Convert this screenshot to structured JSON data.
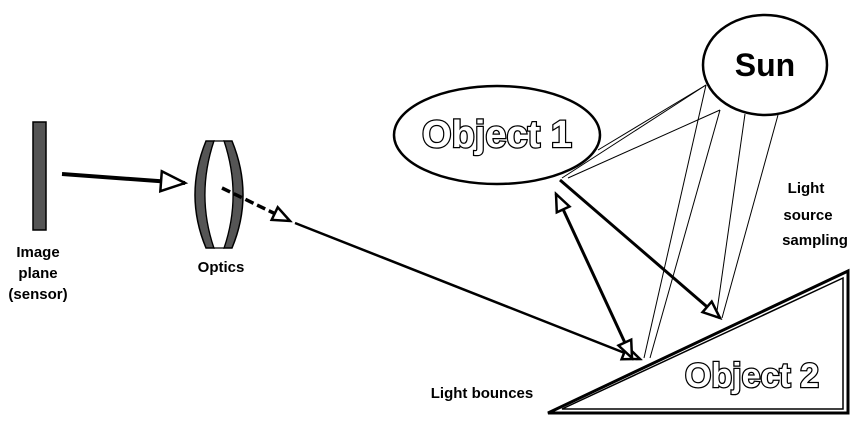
{
  "labels": {
    "image_plane_line1": "Image",
    "image_plane_line2": "plane",
    "image_plane_line3": "(sensor)",
    "optics": "Optics",
    "object1": "Object 1",
    "sun": "Sun",
    "object2": "Object 2",
    "light_bounces": "Light bounces",
    "light_source_line1": "Light",
    "light_source_line2": "source",
    "light_source_line3": "sampling"
  },
  "colors": {
    "ink": "#000000",
    "image_plane_fill": "#555555",
    "lens_fill": "#555555",
    "background": "#ffffff"
  }
}
